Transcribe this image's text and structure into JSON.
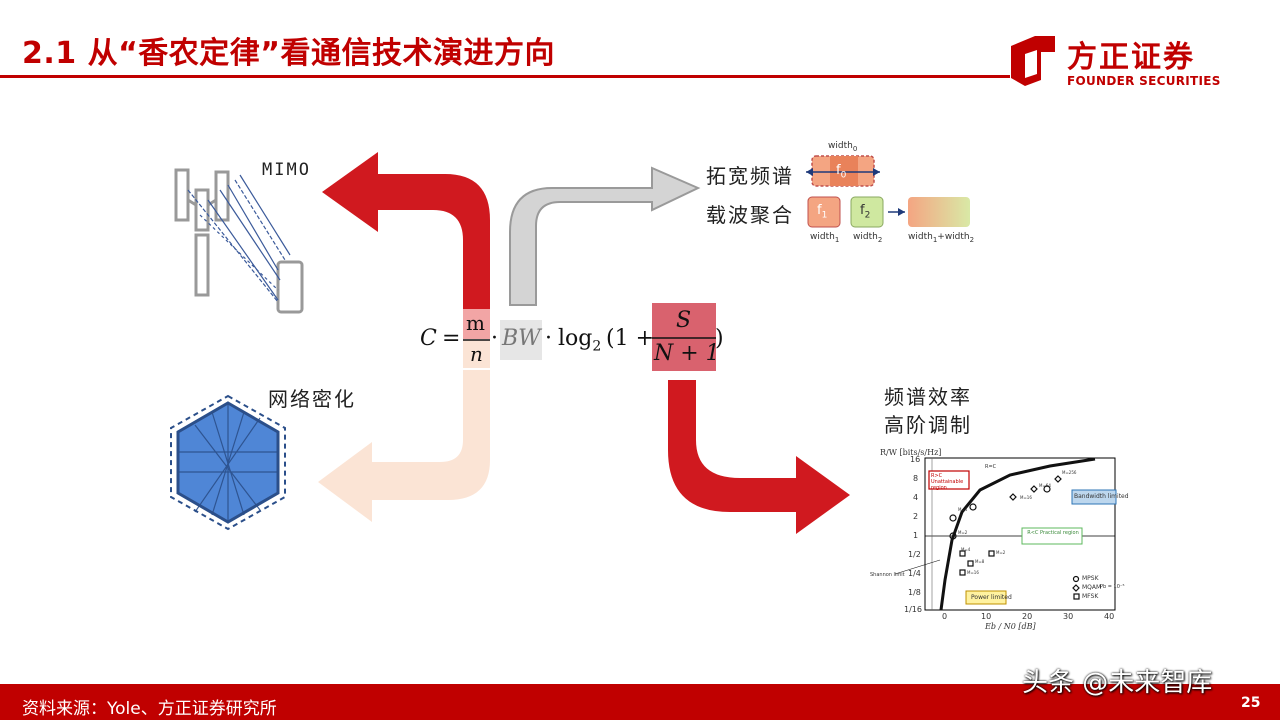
{
  "header": {
    "title": "2.1 从“香农定律”看通信技术演进方向",
    "logo_cn": "方正证券",
    "logo_en": "FOUNDER SECURITIES"
  },
  "labels": {
    "mimo": "MIMO",
    "widen_spectrum": "拓宽频谱",
    "carrier_aggregation": "载波聚合",
    "network_densification": "网络密化",
    "spectral_efficiency": "频谱效率",
    "high_order_modulation": "高阶调制"
  },
  "spectrum": {
    "width0": "width",
    "width0_sub": "0",
    "f0": "f",
    "f0_sub": "0",
    "f1": "f",
    "f1_sub": "1",
    "f2": "f",
    "f2_sub": "2",
    "width1": "width",
    "width1_sub": "1",
    "width2": "width",
    "width2_sub": "2",
    "width_sum": "width",
    "width_sum_sub1": "1",
    "width_sum_plus": "+width",
    "width_sum_sub2": "2"
  },
  "formula": {
    "c": "C",
    "eq": "=",
    "m": "m",
    "n": "n",
    "dot1": "·",
    "bw": "BW",
    "dot2": "·",
    "log": "log",
    "log_sub": "2",
    "open": "(1 +",
    "s": "S",
    "n1": "N + 1",
    "close": ")"
  },
  "chart": {
    "ylabel": "R/W [bits/s/Hz]",
    "xlabel": "Eb / N0 [dB]",
    "yticks": [
      "16",
      "8",
      "4",
      "2",
      "1",
      "1/2",
      "1/4",
      "1/8",
      "1/16"
    ],
    "xticks": [
      "0",
      "10",
      "20",
      "30",
      "40"
    ],
    "region_unattainable": "R>C Unattainable region",
    "region_practical": "R<C Practical region",
    "bandwidth_limited": "Bandwidth limited",
    "power_limited": "Power limited",
    "shannon_limit": "Shannon limit",
    "rc_label": "R=C",
    "legend": [
      "MPSK",
      "MQAM",
      "MFSK"
    ],
    "pb_label": "Pb = 10⁻⁵",
    "points": [
      "M=256",
      "M=64",
      "M=16",
      "M=4",
      "M=2",
      "M=4",
      "M=8",
      "M=16",
      "M=2"
    ]
  },
  "colors": {
    "brand_red": "#c00000",
    "arrow_red": "#d0191f",
    "arrow_gray": "#d4d4d4",
    "arrow_peach": "#fbe4d5",
    "hex_blue": "#4f86d6",
    "box_orange": "#f4a582",
    "box_green": "#cfe8a0"
  },
  "footer": {
    "source": "资料来源：Yole、方正证券研究所",
    "watermark": "头条 @未来智库",
    "page": "25"
  }
}
